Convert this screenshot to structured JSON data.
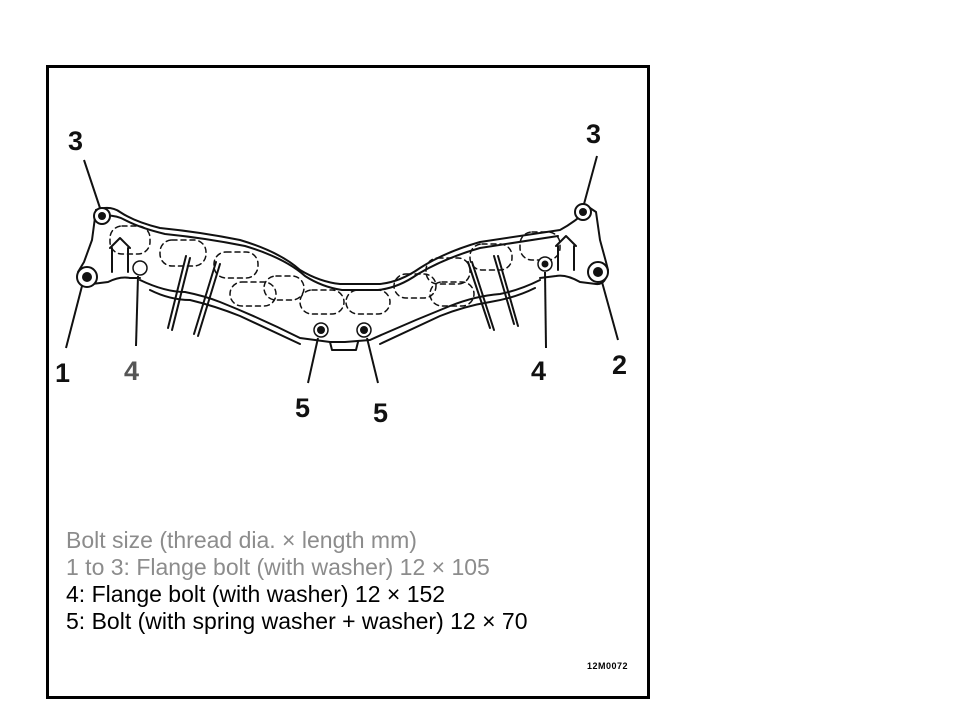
{
  "figure": {
    "code": "12M0072",
    "callouts": {
      "c3_left": "3",
      "c3_right": "3",
      "c1": "1",
      "c4_left": "4",
      "c4_right": "4",
      "c2": "2",
      "c5_left": "5",
      "c5_right": "5"
    },
    "legend": {
      "title": "Bolt size (thread dia. × length mm)",
      "items": [
        "1 to 3: Flange bolt (with washer) 12 × 105",
        "4: Flange bolt (with washer) 12 × 152",
        "5: Bolt (with spring washer + washer) 12 × 70"
      ]
    },
    "colors": {
      "frame": "#000000",
      "legend_muted": "#8c8c8c",
      "legend_dark": "#000000"
    }
  }
}
